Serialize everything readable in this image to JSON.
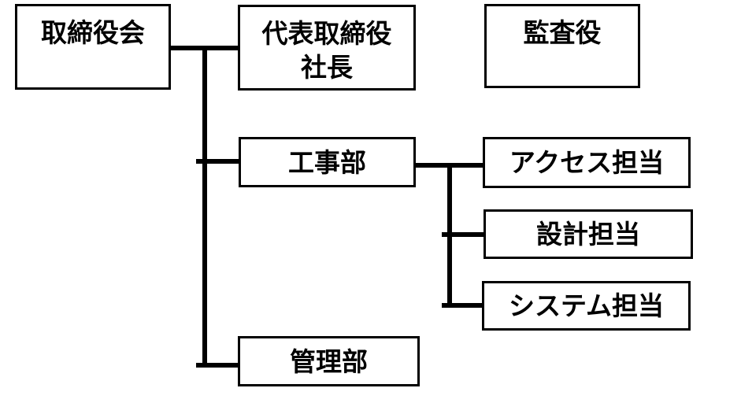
{
  "diagram": {
    "type": "org-chart",
    "background_color": "#ffffff",
    "line_color": "#000000",
    "nodes": [
      {
        "id": "board-of-directors",
        "label": "取締役会"
      },
      {
        "id": "president",
        "label": "代表取締役\n社長"
      },
      {
        "id": "auditor",
        "label": "監査役"
      },
      {
        "id": "construction-dept",
        "label": "工事部"
      },
      {
        "id": "access-team",
        "label": "アクセス担当"
      },
      {
        "id": "design-team",
        "label": "設計担当"
      },
      {
        "id": "system-team",
        "label": "システム担当"
      },
      {
        "id": "admin-dept",
        "label": "管理部"
      }
    ],
    "edges": [
      {
        "from": "取締役会",
        "to": "代表取締役社長"
      },
      {
        "from": "取締役会",
        "to": "工事部"
      },
      {
        "from": "取締役会",
        "to": "管理部"
      },
      {
        "from": "工事部",
        "to": "アクセス担当"
      },
      {
        "from": "工事部",
        "to": "設計担当"
      },
      {
        "from": "工事部",
        "to": "システム担当"
      }
    ]
  }
}
